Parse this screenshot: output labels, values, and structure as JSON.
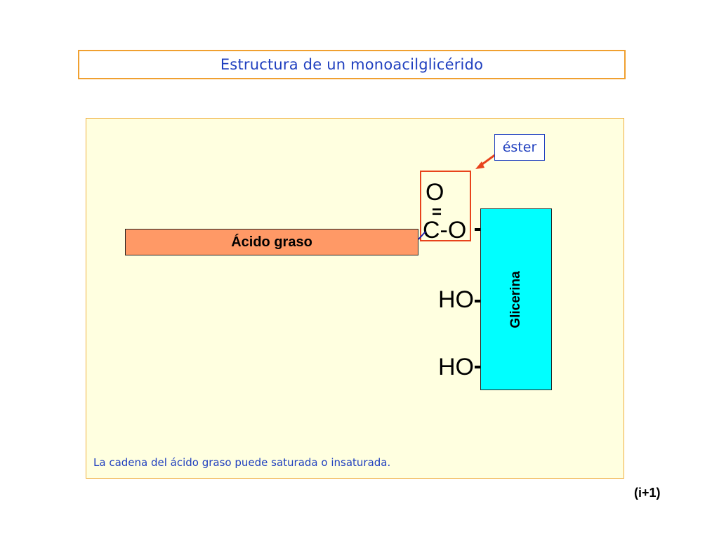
{
  "title": "Estructura de un monoacilglicérido",
  "diagram": {
    "fatty_acid_label": "Ácido graso",
    "glycerin_label": "Glicerina",
    "ester_label": "éster",
    "carbonyl_oxygen": "O",
    "double_bond": "=",
    "ester_linkage": "C-O",
    "hydroxyl_1": "HO",
    "hydroxyl_2": "HO"
  },
  "note": "La cadena del ácido graso puede saturada o insaturada.",
  "slide_number": "(i+1)",
  "colors": {
    "title_text": "#1f3fbf",
    "title_border": "#f0a030",
    "panel_background": "#ffffe0",
    "fatty_acid_fill": "#ff9966",
    "glycerin_fill": "#00ffff",
    "ester_highlight": "#e8431c",
    "arrow": "#e8431c"
  }
}
